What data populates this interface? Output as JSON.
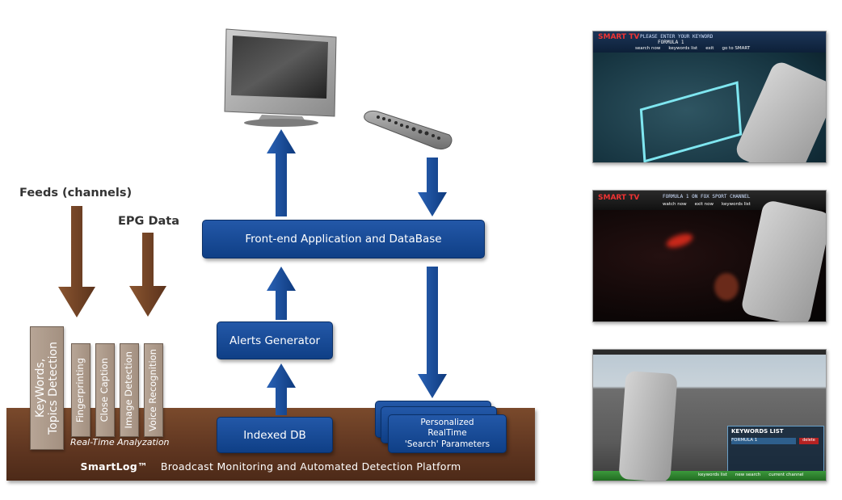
{
  "diagram": {
    "feeds_label": "Feeds (channels)",
    "epg_label": "EPG Data",
    "pillars": {
      "keywords": "KeyWords,\nTopics Detection",
      "fingerprinting": "Fingerprinting",
      "close_caption": "Close Caption",
      "image_detection": "Image Detection",
      "voice_recognition": "Voice Recognition"
    },
    "analyzation_label": "Real-Time Analyzation",
    "indexed_db": "Indexed DB",
    "alerts_generator": "Alerts Generator",
    "front_end": "Front-end Application and DataBase",
    "personalized": [
      "Personalized",
      "RealTime",
      "'Search' Parameters"
    ],
    "platform_brand": "SmartLog™",
    "platform_desc": "Broadcast Monitoring and Automated Detection Platform"
  },
  "screenshots": [
    {
      "logo": "SMART TV",
      "banner": "PLEASE ENTER YOUR KEYWORD",
      "subbanner": "FORMULA 1",
      "menu": [
        "search now",
        "keywords list",
        "exit",
        "go to SMART"
      ]
    },
    {
      "logo": "SMART TV",
      "banner": "FORMULA 1 ON FOX SPORT CHANNEL",
      "menu": [
        "watch now",
        "exit now",
        "keywords list"
      ]
    },
    {
      "panel_title": "KEYWORDS LIST",
      "panel_item": "FORMULA 1",
      "badge": "delete",
      "menu": [
        "keywords list",
        "new search",
        "current channel"
      ]
    }
  ],
  "colors": {
    "brown": "#6b3e22",
    "blue": "#0f3f86",
    "green": "#3a8a3a"
  }
}
